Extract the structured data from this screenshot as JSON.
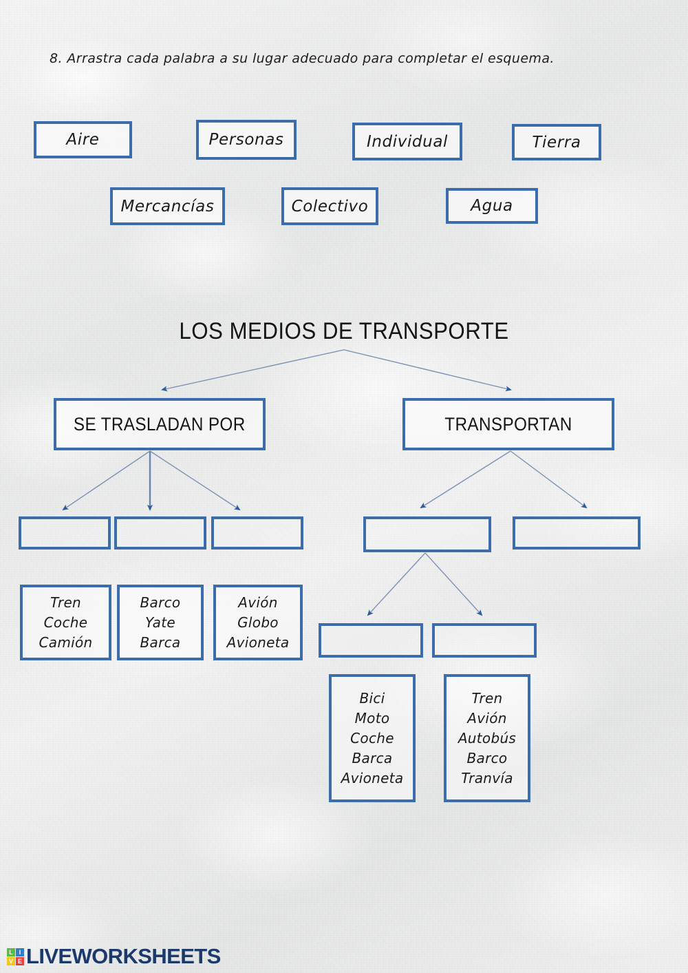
{
  "instruction": "8. Arrastra cada palabra a su lugar adecuado para completar el esquema.",
  "word_bank": {
    "row1": [
      {
        "label": "Aire"
      },
      {
        "label": "Personas"
      },
      {
        "label": "Individual"
      },
      {
        "label": "Tierra"
      }
    ],
    "row2": [
      {
        "label": "Mercancías"
      },
      {
        "label": "Colectivo"
      },
      {
        "label": "Agua"
      }
    ]
  },
  "diagram": {
    "title": "LOS MEDIOS DE TRANSPORTE",
    "branch_left": "SE TRASLADAN POR",
    "branch_right": "TRANSPORTAN",
    "drop_targets": [
      {
        "id": "left-1",
        "value": ""
      },
      {
        "id": "left-2",
        "value": ""
      },
      {
        "id": "left-3",
        "value": ""
      },
      {
        "id": "right-1",
        "value": ""
      },
      {
        "id": "right-2",
        "value": ""
      },
      {
        "id": "right-1-a",
        "value": ""
      },
      {
        "id": "right-1-b",
        "value": ""
      }
    ],
    "vocab_boxes": [
      {
        "id": "tierra-examples",
        "words": [
          "Tren",
          "Coche",
          "Camión"
        ]
      },
      {
        "id": "agua-examples",
        "words": [
          "Barco",
          "Yate",
          "Barca"
        ]
      },
      {
        "id": "aire-examples",
        "words": [
          "Avión",
          "Globo",
          "Avioneta"
        ]
      },
      {
        "id": "individual-examples",
        "words": [
          "Bici",
          "Moto",
          "Coche",
          "Barca",
          "Avioneta"
        ]
      },
      {
        "id": "colectivo-examples",
        "words": [
          "Tren",
          "Avión",
          "Autobús",
          "Barco",
          "Tranvía"
        ]
      }
    ]
  },
  "footer": {
    "logo_tiles": [
      "L",
      "I",
      "V",
      "E"
    ],
    "wordmark": "LIVEWORKSHEETS"
  },
  "colors": {
    "box_border": "#3b6cab",
    "arrow": "#3b6cab",
    "text": "#1b1b1b",
    "logo_navy": "#1b3a6b",
    "tile_green": "#5bb947",
    "tile_blue": "#2f7ec6",
    "tile_yellow": "#f5c518",
    "tile_red": "#e8413a"
  }
}
